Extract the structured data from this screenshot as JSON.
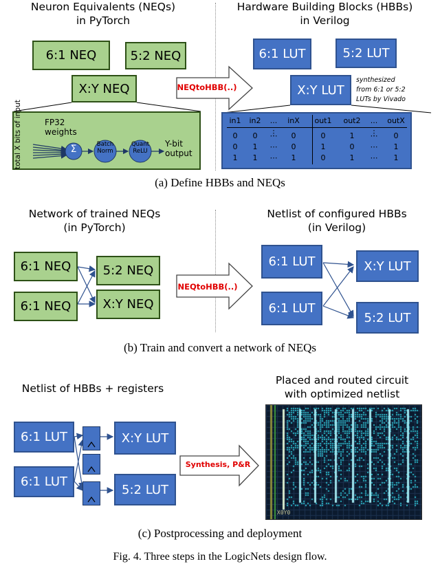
{
  "panel_a": {
    "left_title_line1": "Neuron Equivalents (NEQs)",
    "left_title_line2": "in PyTorch",
    "right_title_line1": "Hardware Building Blocks (HBBs)",
    "right_title_line2": "in Verilog",
    "neq_61": "6:1 NEQ",
    "neq_52": "5:2 NEQ",
    "neq_xy": "X:Y NEQ",
    "lut_61": "6:1 LUT",
    "lut_52": "5:2 LUT",
    "lut_xy": "X:Y LUT",
    "arrow_label": "NEQtoHBB(..)",
    "synth_note_1": "synthesized",
    "synth_note_2": "from 6:1 or 5:2",
    "synth_note_3": "LUTs by Vivado",
    "detail_total_label": "total X bits of input",
    "detail_fp32_1": "FP32",
    "detail_fp32_2": "weights",
    "detail_sum": "Σ",
    "detail_bn_1": "Batch",
    "detail_bn_2": "Norm",
    "detail_qr_1": "Quant",
    "detail_qr_2": "ReLU",
    "detail_out_1": "Y-bit",
    "detail_out_2": "output",
    "table_headers": [
      "in1",
      "in2",
      "...",
      "inX",
      "out1",
      "out2",
      "...",
      "outX"
    ],
    "table_rows": [
      [
        "0",
        "0",
        "⋯",
        "0",
        "0",
        "1",
        "⋯",
        "0"
      ],
      [
        "0",
        "1",
        "⋯",
        "0",
        "1",
        "0",
        "⋯",
        "1"
      ],
      [
        "1",
        "1",
        "⋯",
        "1",
        "0",
        "1",
        "⋯",
        "1"
      ]
    ],
    "table_vdots": "⋮",
    "caption": "(a) Define HBBs and NEQs"
  },
  "panel_b": {
    "left_title_line1": "Network of trained NEQs",
    "left_title_line2": "(in PyTorch)",
    "right_title_line1": "Netlist of configured HBBs",
    "right_title_line2": "(in Verilog)",
    "neq_61_top": "6:1 NEQ",
    "neq_61_bottom": "6:1 NEQ",
    "neq_52": "5:2 NEQ",
    "neq_xy": "X:Y NEQ",
    "lut_61_top": "6:1 LUT",
    "lut_61_bottom": "6:1 LUT",
    "lut_xy": "X:Y LUT",
    "lut_52": "5:2 LUT",
    "arrow_label": "NEQtoHBB(..)",
    "caption": "(b) Train and convert a network of NEQs"
  },
  "panel_c": {
    "left_title": "Netlist of HBBs + registers",
    "right_title_line1": "Placed and routed circuit",
    "right_title_line2": "with optimized netlist",
    "lut_61_top": "6:1 LUT",
    "lut_61_bottom": "6:1 LUT",
    "lut_xy": "X:Y LUT",
    "lut_52": "5:2 LUT",
    "arrow_label": "Synthesis, P&R",
    "fpga_label": "X0Y0",
    "caption": "(c) Postprocessing and deployment"
  },
  "figure_caption": "Fig. 4.  Three steps in the LogicNets design flow.",
  "colors": {
    "neq_fill": "#a9d18e",
    "lut_fill": "#4472c4",
    "arrow_text": "#e00000",
    "fpga_bg": "#0b1a2e",
    "fpga_cells": "#2bb6c8"
  }
}
